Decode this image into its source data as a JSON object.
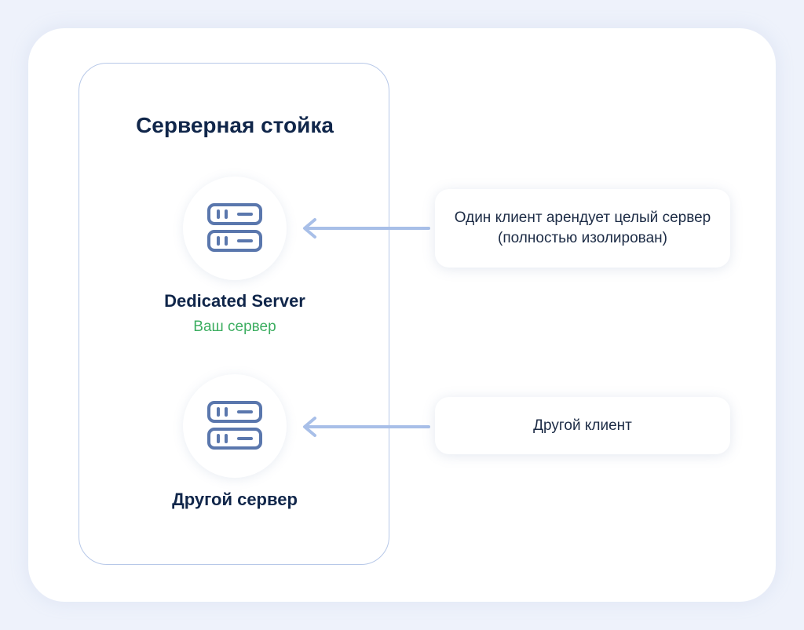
{
  "rack": {
    "title": "Серверная стойка"
  },
  "servers": [
    {
      "name": "Dedicated Server",
      "subtitle": "Ваш сервер",
      "icon": "server-rack-icon"
    },
    {
      "name": "Другой сервер",
      "icon": "server-rack-icon"
    }
  ],
  "notes": [
    {
      "text": "Один клиент арендует целый сервер (полностью изолирован)"
    },
    {
      "text": "Другой клиент"
    }
  ],
  "colors": {
    "background": "#eef2fb",
    "title_text": "#10264a",
    "accent_green": "#3dae61",
    "icon_stroke": "#5a77ad",
    "arrow": "#a8bfe8",
    "rack_border": "#b7c8e8"
  }
}
